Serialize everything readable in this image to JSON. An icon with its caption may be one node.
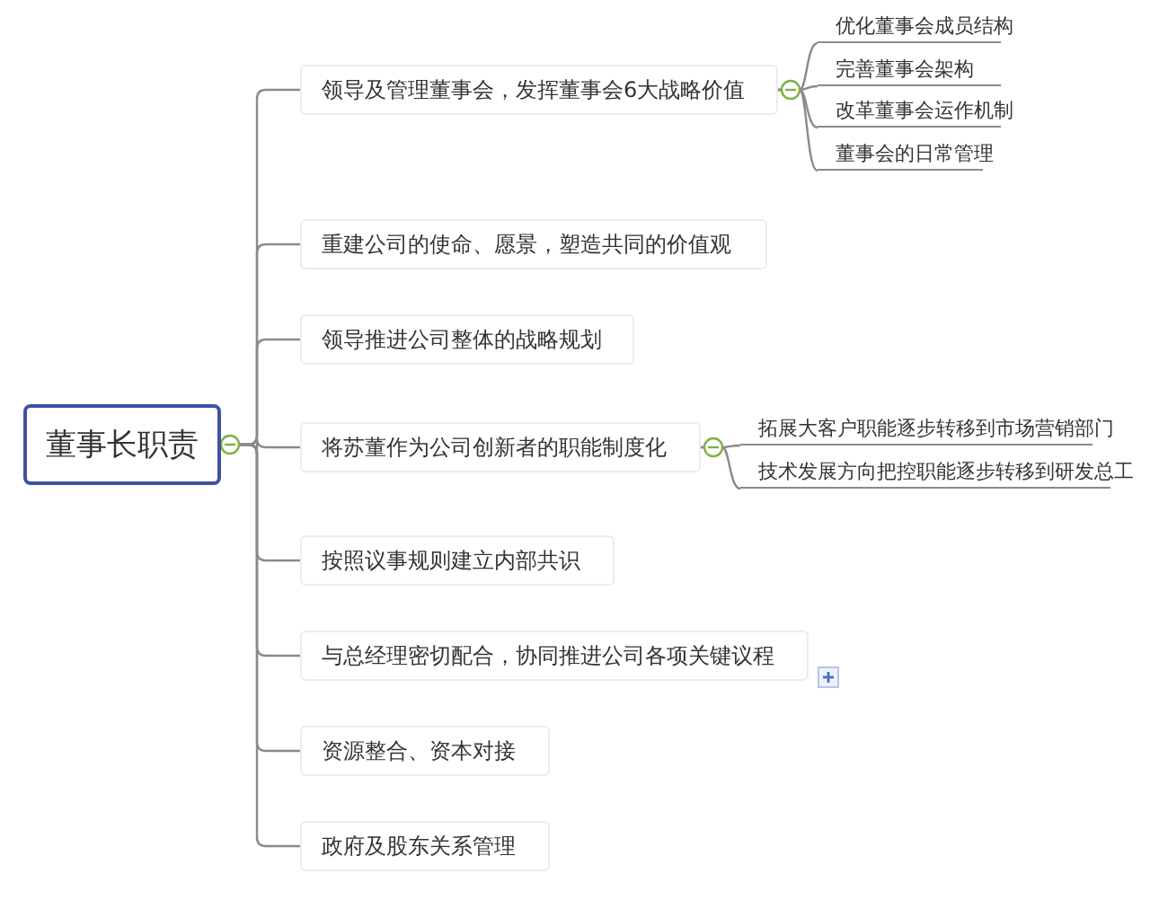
{
  "diagram": {
    "nodes": [
      {
        "text": [
          "董事长职责"
        ]
      },
      {
        "text": [
          "领导及管理董事会，发挥董事会6大战略价值"
        ]
      },
      {
        "text": [
          "优化董事会成员结构"
        ]
      },
      {
        "text": [
          "完善董事会架构"
        ]
      },
      {
        "text": [
          "改革董事会运作机制"
        ]
      },
      {
        "text": [
          "董事会的日常管理"
        ]
      },
      {
        "text": [
          "重建公司的使命、愿景，塑造共同的价值观"
        ]
      },
      {
        "text": [
          "领导推进公司整体的战略规划"
        ]
      },
      {
        "text": [
          "将苏董作为公司创新者的职能制度化"
        ]
      },
      {
        "text": [
          "拓展大客户职能逐步转移到市场营销部门"
        ]
      },
      {
        "text": [
          "技术发展方向把控职能逐步转移到研发总工"
        ]
      },
      {
        "text": [
          "按照议事规则建立内部共识"
        ]
      },
      {
        "text": [
          "与总经理密切配合，协同推进公司各项关键议程"
        ]
      },
      {
        "text": [
          "资源整合、资本对接"
        ]
      },
      {
        "text": [
          "政府及股东关系管理"
        ]
      }
    ],
    "edges": [
      {
        "from": 0,
        "to": 1,
        "arrow": "none"
      },
      {
        "from": 1,
        "to": 2,
        "arrow": "none"
      },
      {
        "from": 1,
        "to": 3,
        "arrow": "none"
      },
      {
        "from": 1,
        "to": 4,
        "arrow": "none"
      },
      {
        "from": 1,
        "to": 5,
        "arrow": "none"
      },
      {
        "from": 0,
        "to": 6,
        "arrow": "none"
      },
      {
        "from": 0,
        "to": 7,
        "arrow": "none"
      },
      {
        "from": 0,
        "to": 8,
        "arrow": "none"
      },
      {
        "from": 8,
        "to": 9,
        "arrow": "none"
      },
      {
        "from": 8,
        "to": 10,
        "arrow": "none"
      },
      {
        "from": 0,
        "to": 11,
        "arrow": "none"
      },
      {
        "from": 0,
        "to": 12,
        "arrow": "none"
      },
      {
        "from": 0,
        "to": 13,
        "arrow": "none"
      },
      {
        "from": 0,
        "to": 14,
        "arrow": "none"
      }
    ]
  }
}
